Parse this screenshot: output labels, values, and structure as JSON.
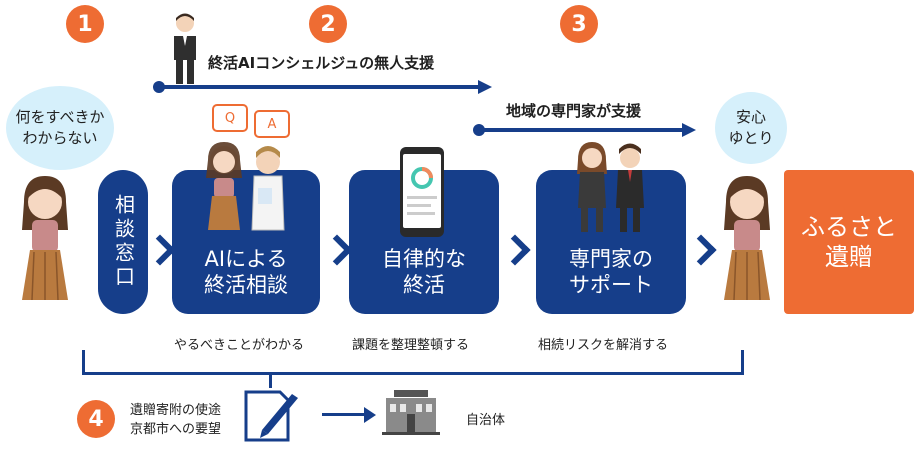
{
  "steps": [
    "1",
    "2",
    "3",
    "4"
  ],
  "thought_bubbles": {
    "left": [
      "何をすべきか",
      "わからない"
    ],
    "right": [
      "安心",
      "ゆとり"
    ]
  },
  "support": {
    "ai_concierge": "終活AIコンシェルジュの無人支援",
    "local_experts": "地域の専門家が支援"
  },
  "consultation_window": "相談窓口",
  "qa_badges": [
    "Q",
    "A"
  ],
  "cards": [
    {
      "lines": [
        "AIによる",
        "終活相談"
      ],
      "caption": "やるべきことがわかる"
    },
    {
      "lines": [
        "自律的な",
        "終活"
      ],
      "caption": "課題を整理整頓する"
    },
    {
      "lines": [
        "専門家の",
        "サポート"
      ],
      "caption": "相続リスクを解消する"
    }
  ],
  "goal": [
    "ふるさと",
    "遺贈"
  ],
  "bottom": {
    "request": [
      "遺贈寄附の使途",
      "京都市への要望"
    ],
    "municipality": "自治体"
  },
  "colors": {
    "navy": "#163e8a",
    "orange": "#ee6c33",
    "bubble": "#d6f0fb"
  }
}
